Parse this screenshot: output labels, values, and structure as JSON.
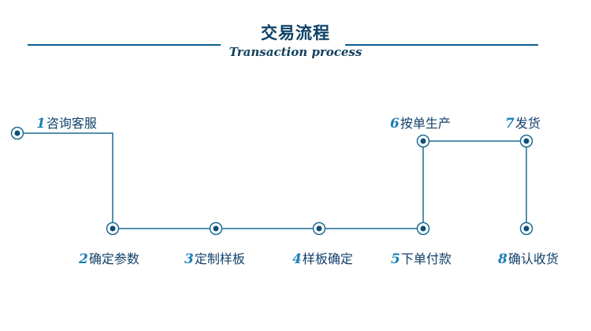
{
  "header": {
    "title": "交易流程",
    "subtitle": "Transaction process"
  },
  "steps": [
    {
      "num": "1",
      "label": "咨询客服"
    },
    {
      "num": "2",
      "label": "确定参数"
    },
    {
      "num": "3",
      "label": "定制样板"
    },
    {
      "num": "4",
      "label": "样板确定"
    },
    {
      "num": "5",
      "label": "下单付款"
    },
    {
      "num": "6",
      "label": "按单生产"
    },
    {
      "num": "7",
      "label": "发货"
    },
    {
      "num": "8",
      "label": "确认收货"
    }
  ],
  "colors": {
    "line": "#1c6b92",
    "title": "#0b3f66",
    "number": "#1a7fb5"
  }
}
